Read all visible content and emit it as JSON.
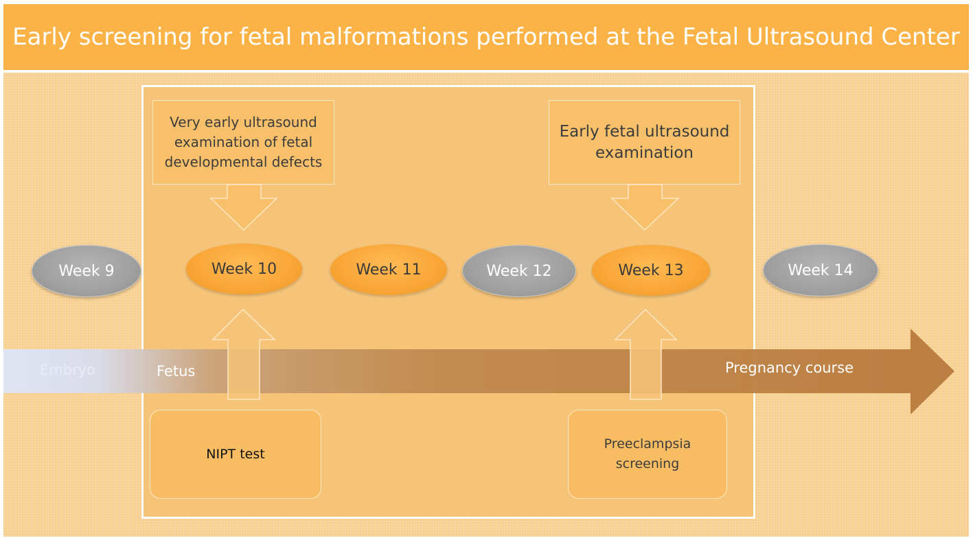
{
  "title": "Early screening for fetal malformations performed at the Fetal Ultrasound Center",
  "callouts": {
    "left": "Very early ultrasound examination of fetal developmental defects",
    "right": "Early fetal ultrasound examination"
  },
  "weeks": [
    {
      "label": "Week 9",
      "style": "gray"
    },
    {
      "label": "Week 10",
      "style": "orange"
    },
    {
      "label": "Week 11",
      "style": "orange"
    },
    {
      "label": "Week 12",
      "style": "gray"
    },
    {
      "label": "Week 13",
      "style": "orange"
    },
    {
      "label": "Week 14",
      "style": "gray"
    }
  ],
  "timeline": {
    "start_label": "Embryo",
    "fetus_label": "Fetus",
    "arrow_label": "Pregnancy course"
  },
  "bottom_boxes": {
    "left": "NIPT test",
    "right": "Preeclampsia screening"
  },
  "colors": {
    "title_bar": "#fbb347",
    "panel": "#f7cf90",
    "orange_week": "#f9a636",
    "gray_week": "#a0a0a0",
    "timeline_arrow": "#b97a3d"
  }
}
